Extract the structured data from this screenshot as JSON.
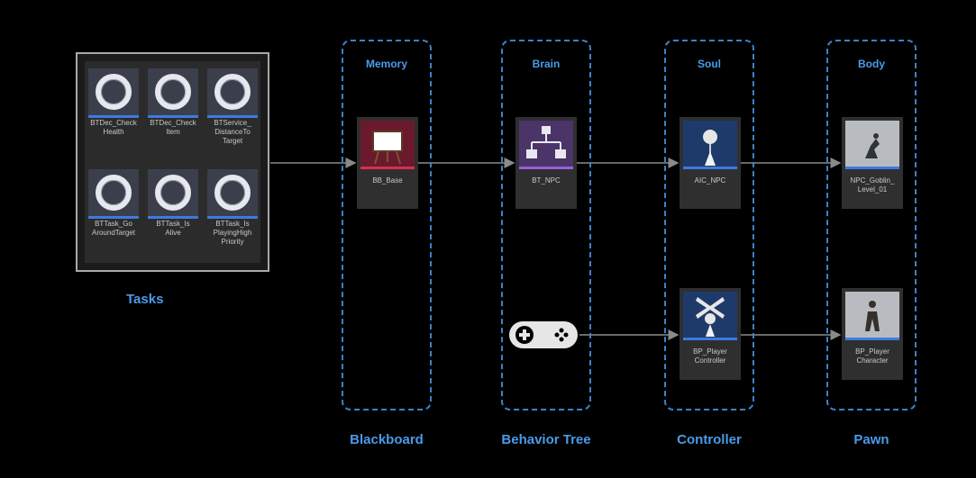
{
  "tasks": {
    "label": "Tasks",
    "items": [
      {
        "line1": "BTDec_Check",
        "line2": "Health",
        "line3": ""
      },
      {
        "line1": "BTDec_Check",
        "line2": "Item",
        "line3": ""
      },
      {
        "line1": "BTService_",
        "line2": "DistanceTo",
        "line3": "Target"
      },
      {
        "line1": "BTTask_Go",
        "line2": "AroundTarget",
        "line3": ""
      },
      {
        "line1": "BTTask_Is",
        "line2": "Alive",
        "line3": ""
      },
      {
        "line1": "BTTask_Is",
        "line2": "PlayingHigh",
        "line3": "Priority"
      }
    ]
  },
  "lanes": [
    {
      "title": "Memory",
      "bottom": "Blackboard"
    },
    {
      "title": "Brain",
      "bottom": "Behavior Tree"
    },
    {
      "title": "Soul",
      "bottom": "Controller"
    },
    {
      "title": "Body",
      "bottom": "Pawn"
    }
  ],
  "nodes": {
    "bb_base": {
      "line1": "BB_Base",
      "line2": ""
    },
    "bt_npc": {
      "line1": "BT_NPC",
      "line2": ""
    },
    "aic_npc": {
      "line1": "AIC_NPC",
      "line2": ""
    },
    "npc_goblin": {
      "line1": "NPC_Goblin_",
      "line2": "Level_01"
    },
    "bp_player_controller": {
      "line1": "BP_Player",
      "line2": "Controller"
    },
    "bp_player_character": {
      "line1": "BP_Player",
      "line2": "Character"
    }
  },
  "icons": {
    "task": "ring-icon",
    "blackboard": "blackboard-icon",
    "behavior_tree": "tree-icon",
    "controller": "controller-figure-icon",
    "player_controller": "player-controller-figure-icon",
    "pawn": "pawn-thumbnail-icon",
    "gamepad": "gamepad-icon"
  },
  "colors": {
    "background": "#000000",
    "accent": "#4a9bea",
    "lane_border": "#3b82c8",
    "tile": "#2f2f2f",
    "wire": "#8a8a8a"
  }
}
